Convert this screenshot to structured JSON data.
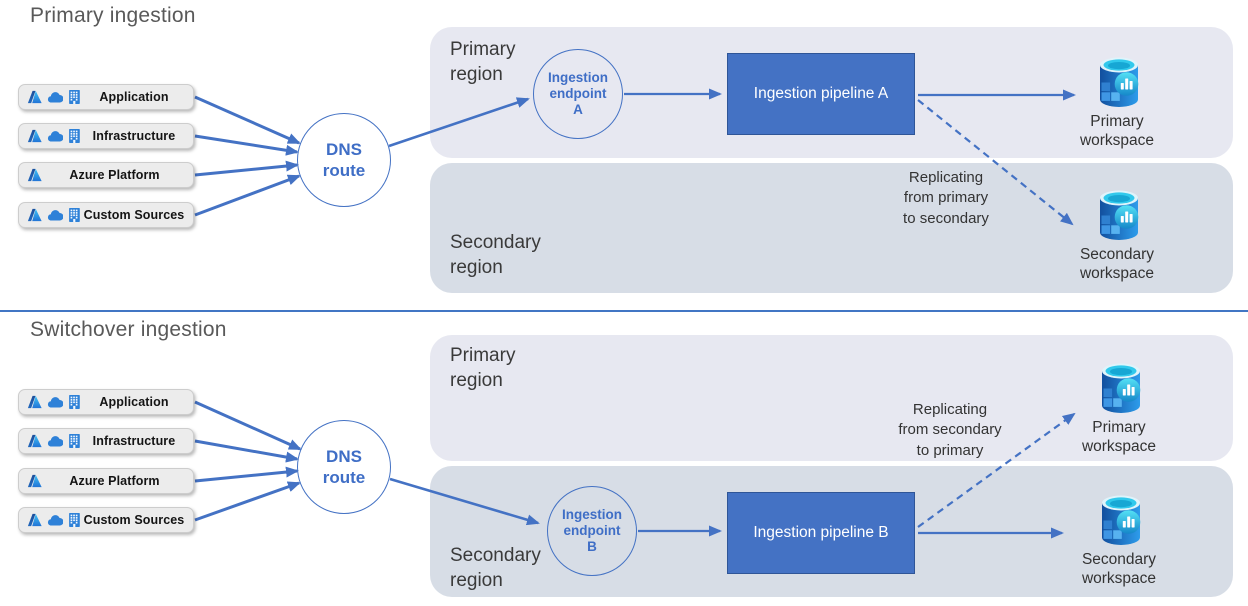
{
  "top": {
    "title": "Primary ingestion",
    "dns_label": "DNS\nroute",
    "primary_region_label": "Primary\nregion",
    "secondary_region_label": "Secondary\nregion",
    "endpoint_label": "Ingestion\nendpoint\nA",
    "pipeline_label": "Ingestion pipeline A",
    "replication_label": "Replicating\nfrom primary\nto secondary",
    "primary_workspace_label": "Primary\nworkspace",
    "secondary_workspace_label": "Secondary\nworkspace"
  },
  "bottom": {
    "title": "Switchover ingestion",
    "dns_label": "DNS\nroute",
    "primary_region_label": "Primary\nregion",
    "secondary_region_label": "Secondary\nregion",
    "endpoint_label": "Ingestion\nendpoint\nB",
    "pipeline_label": "Ingestion pipeline B",
    "replication_label": "Replicating\nfrom secondary\nto primary",
    "primary_workspace_label": "Primary\nworkspace",
    "secondary_workspace_label": "Secondary\nworkspace"
  },
  "sources": [
    {
      "label": "Application",
      "icons": [
        "azure-logo",
        "cloud",
        "building"
      ]
    },
    {
      "label": "Infrastructure",
      "icons": [
        "azure-logo",
        "cloud",
        "building"
      ]
    },
    {
      "label": "Azure Platform",
      "icons": [
        "azure-logo"
      ]
    },
    {
      "label": "Custom Sources",
      "icons": [
        "azure-logo",
        "cloud",
        "building"
      ]
    }
  ],
  "colors": {
    "accent_blue": "#4472c4",
    "pipeline_fill": "#4472c4",
    "pipeline_border": "#2f5597",
    "node_text_blue": "#3f6ec6",
    "primary_region_fill": "#e7e8f1",
    "secondary_region_fill": "#d7dde6",
    "source_box_fill": "#ececec",
    "title_text": "#595959"
  }
}
